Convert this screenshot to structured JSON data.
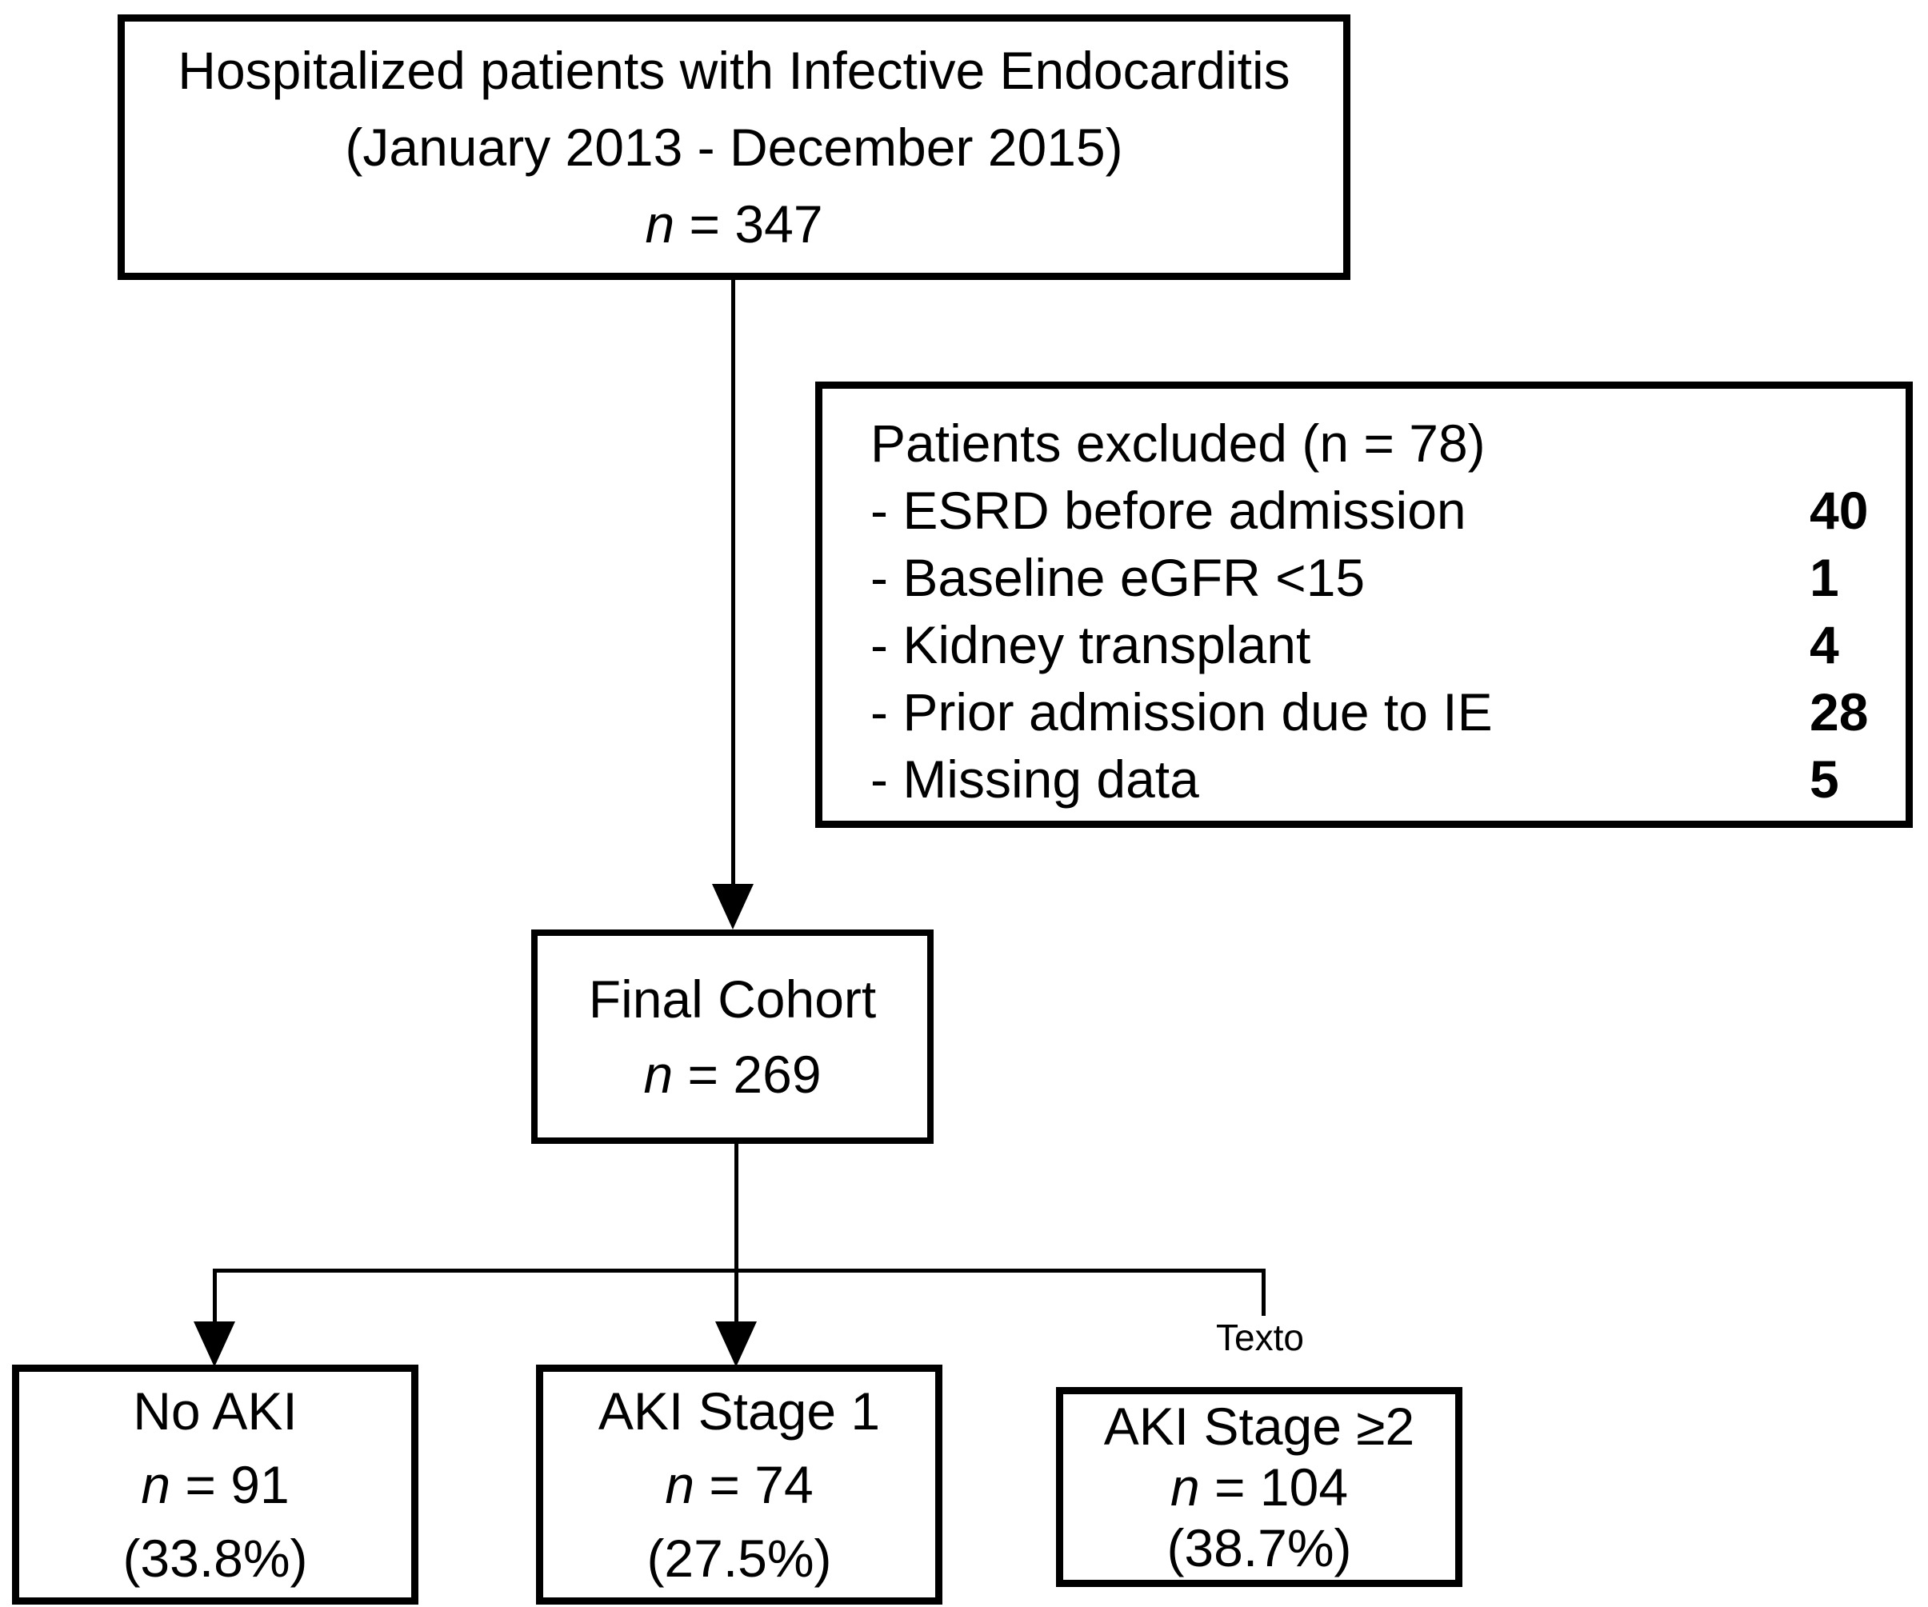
{
  "flowchart": {
    "initial": {
      "line1": "Hospitalized patients with Infective Endocarditis",
      "line2": "(January 2013 - December 2015)",
      "n_italic": "n",
      "n_rest": " = 347"
    },
    "excluded": {
      "title": "Patients excluded (n = 78)",
      "items": [
        {
          "label": "- ESRD before admission",
          "value": "40"
        },
        {
          "label": "- Baseline eGFR <15",
          "value": "1"
        },
        {
          "label": "- Kidney transplant",
          "value": "4"
        },
        {
          "label": "- Prior admission due to IE",
          "value": "28"
        },
        {
          "label": "- Missing data",
          "value": "5"
        }
      ]
    },
    "final_cohort": {
      "title": "Final Cohort",
      "n_italic": "n",
      "n_rest": " = 269"
    },
    "annotation": "Texto",
    "outcomes": [
      {
        "title": "No AKI",
        "n_italic": "n",
        "n_rest": " = 91",
        "percent": "(33.8%)"
      },
      {
        "title": "AKI Stage 1",
        "n_italic": "n",
        "n_rest": " = 74",
        "percent": "(27.5%)"
      },
      {
        "title": "AKI Stage ≥2",
        "n_italic": "n",
        "n_rest": " = 104",
        "percent": "(38.7%)"
      }
    ],
    "colors": {
      "line": "#000000",
      "background": "#ffffff",
      "text": "#000000"
    }
  }
}
